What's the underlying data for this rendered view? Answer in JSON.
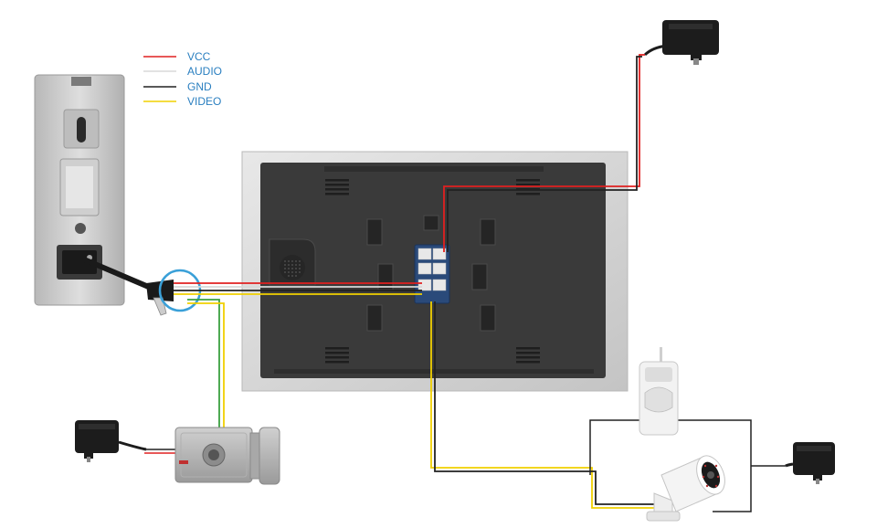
{
  "legend": {
    "items": [
      {
        "label": "VCC",
        "color": "#e02020"
      },
      {
        "label": "AUDIO",
        "color": "#d8d8d8"
      },
      {
        "label": "GND",
        "color": "#222222"
      },
      {
        "label": "VIDEO",
        "color": "#f0d000"
      }
    ],
    "text_color": "#2a7fc0"
  },
  "colors": {
    "monitor_frame": "#dcdcdc",
    "monitor_back": "#3a3a3a",
    "panel_silver": "#c8c8c8",
    "lock_wire_green": "#3aa040",
    "lock_wire_yellow": "#f0d000"
  },
  "components": {
    "door_station": {
      "icon": "outdoor-camera-panel"
    },
    "monitor": {
      "icon": "indoor-monitor-back"
    },
    "power_adapter_monitor": {
      "icon": "power-adapter"
    },
    "power_adapter_lock": {
      "icon": "power-adapter"
    },
    "power_adapter_camera": {
      "icon": "power-adapter"
    },
    "electric_lock": {
      "icon": "electric-lock"
    },
    "pir_sensor": {
      "icon": "pir-motion-sensor"
    },
    "cctv_camera": {
      "icon": "bullet-camera"
    }
  }
}
